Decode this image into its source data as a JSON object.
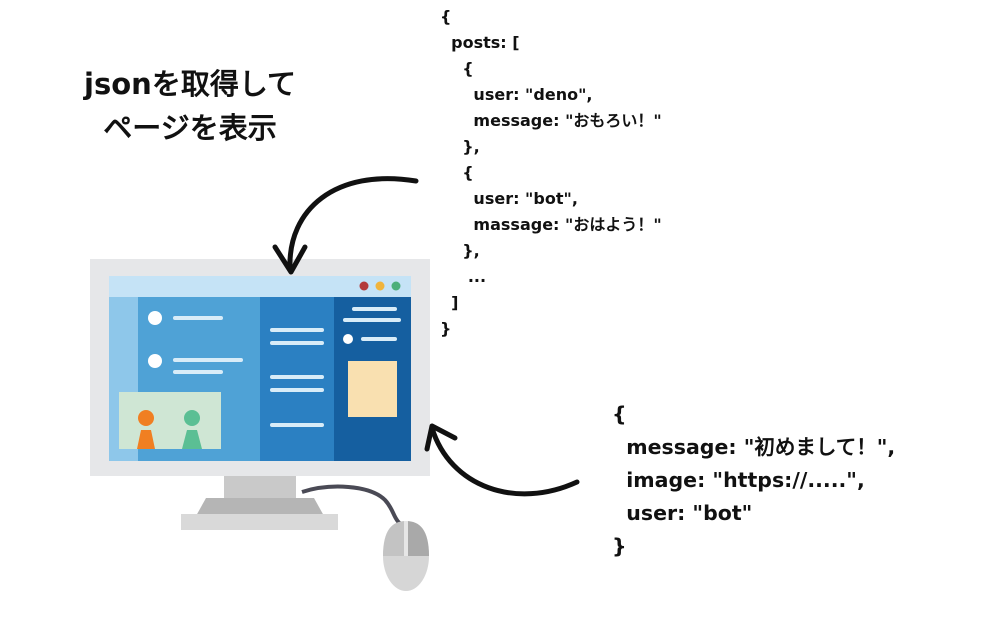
{
  "caption": {
    "line1": "jsonを取得して",
    "line2": "ページを表示"
  },
  "posts_json_lines": [
    "{",
    "  posts: [",
    "    {",
    "      user: \"deno\",",
    "      message: \"おもろい！\"",
    "    },",
    "    {",
    "      user: \"bot\",",
    "      massage: \"おはよう！\"",
    "    },",
    "     ...",
    "  ]",
    "}"
  ],
  "message_json_lines": [
    "{",
    "  message: \"初めまして！\",",
    "  image: \"https://.....\",",
    "  user: \"bot\"",
    "}"
  ],
  "icons": {
    "monitor": "desktop-monitor-icon",
    "mouse": "computer-mouse-icon",
    "arrow_top": "curved-arrow-icon",
    "arrow_bottom": "curved-arrow-icon"
  },
  "colors": {
    "window_titlebar": "#c5e3f6",
    "window_sidebar": "#8ec7ea",
    "panel_left": "#4fa2d6",
    "panel_middle": "#2b80c2",
    "panel_right": "#155fa0",
    "dot_red": "#b33a3a",
    "dot_yellow": "#f0b43c",
    "dot_green": "#4caf7a",
    "note_yellow": "#f9e0b0",
    "image_bg": "#cfe6d4",
    "person_orange": "#f07f22",
    "person_green": "#5bbf94"
  }
}
